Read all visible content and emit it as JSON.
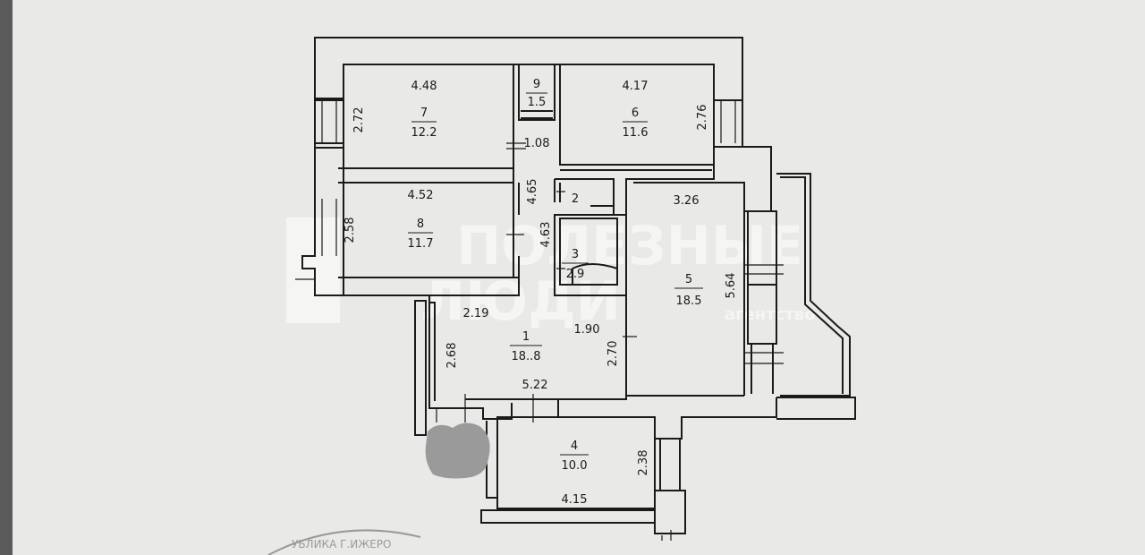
{
  "rooms": [
    {
      "id": "7",
      "number": "7",
      "area": "12.2"
    },
    {
      "id": "6",
      "number": "6",
      "area": "11.6"
    },
    {
      "id": "9",
      "number": "9",
      "area": "1.5"
    },
    {
      "id": "8",
      "number": "8",
      "area": "11.7"
    },
    {
      "id": "2",
      "number": "2"
    },
    {
      "id": "3",
      "number": "3",
      "area": "2.9"
    },
    {
      "id": "5",
      "number": "5",
      "area": "18.5"
    },
    {
      "id": "1",
      "number": "1",
      "area": "18..8"
    },
    {
      "id": "4",
      "number": "4",
      "area": "10.0"
    }
  ],
  "dimensions": {
    "room7_width": "4.48",
    "room7_height": "2.72",
    "room6_width": "4.17",
    "room6_height": "2.76",
    "corridor_width": "1.08",
    "room8_width": "4.52",
    "room8_height": "2.58",
    "corridor_length_a": "4.65",
    "corridor_length_b": "4.63",
    "room5_width": "3.26",
    "room5_height": "5.64",
    "room1_top": "2.19",
    "room1_mid": "1.90",
    "room1_height_left": "2.68",
    "room1_height_right": "2.70",
    "room1_width": "5.22",
    "room4_height": "2.38",
    "room4_width": "4.15"
  },
  "watermark": {
    "line1": "ПОЛЕЗНЫЕ",
    "line2": "ЛЮДИ",
    "line3": "агентство"
  },
  "stamp": {
    "text": "УБЛИКА Г.ИЖЕРО"
  },
  "colors": {
    "paper": "#e9e9e7",
    "wall": "#1a1a1a",
    "redaction": "#9a9a9a"
  }
}
